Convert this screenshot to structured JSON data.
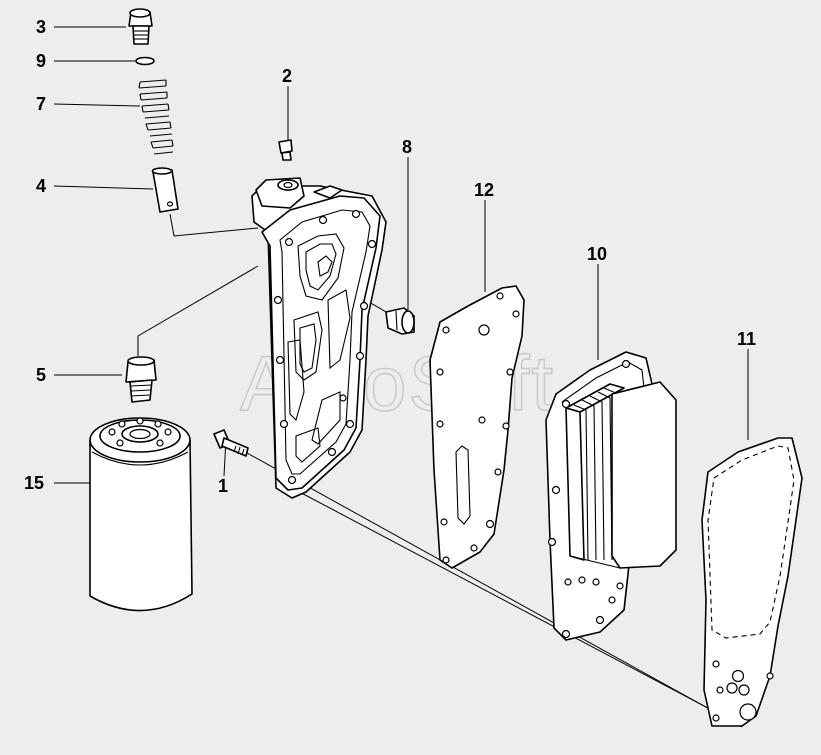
{
  "diagram": {
    "watermark": "AutoSoft",
    "callouts": [
      {
        "id": "3",
        "label": "3"
      },
      {
        "id": "9",
        "label": "9"
      },
      {
        "id": "7",
        "label": "7"
      },
      {
        "id": "4",
        "label": "4"
      },
      {
        "id": "2",
        "label": "2"
      },
      {
        "id": "8",
        "label": "8"
      },
      {
        "id": "12",
        "label": "12"
      },
      {
        "id": "10",
        "label": "10"
      },
      {
        "id": "11",
        "label": "11"
      },
      {
        "id": "5",
        "label": "5"
      },
      {
        "id": "15",
        "label": "15"
      },
      {
        "id": "1",
        "label": "1"
      }
    ]
  }
}
